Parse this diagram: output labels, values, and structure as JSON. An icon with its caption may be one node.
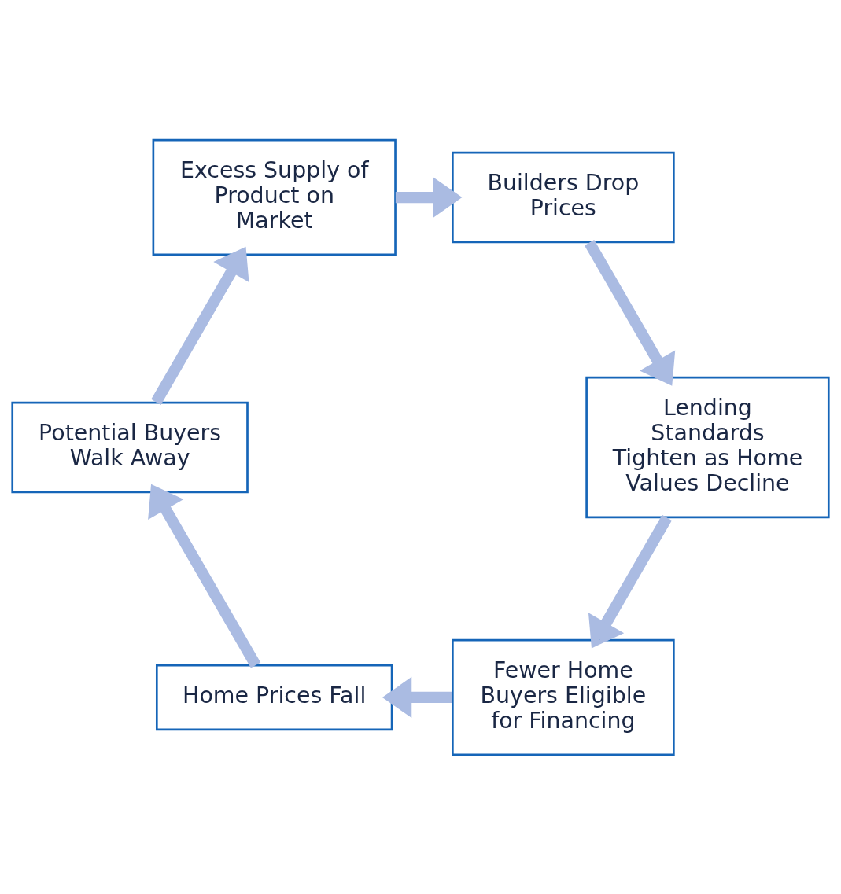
{
  "diagram": {
    "nodes": [
      {
        "text": [
          "Fewer Home Buyers Eligible for Financing"
        ]
      },
      {
        "text": [
          "Home Prices Fall"
        ]
      },
      {
        "text": [
          "Lending Standards Tighten as Home Values Decline"
        ]
      },
      {
        "text": [
          "Potential Buyers Walk Away"
        ]
      },
      {
        "text": [
          "Builders Drop Prices"
        ]
      },
      {
        "text": [
          "Excess Supply of Product on Market"
        ]
      }
    ],
    "edges": [
      {
        "from": 1,
        "to": 3,
        "arrow": "to"
      },
      {
        "from": 3,
        "to": 5,
        "arrow": "to"
      },
      {
        "from": 5,
        "to": 4,
        "arrow": "to"
      },
      {
        "from": 4,
        "to": 2,
        "arrow": "to"
      },
      {
        "from": 2,
        "to": 0,
        "arrow": "to"
      },
      {
        "from": 0,
        "to": 1,
        "arrow": "to"
      }
    ]
  }
}
